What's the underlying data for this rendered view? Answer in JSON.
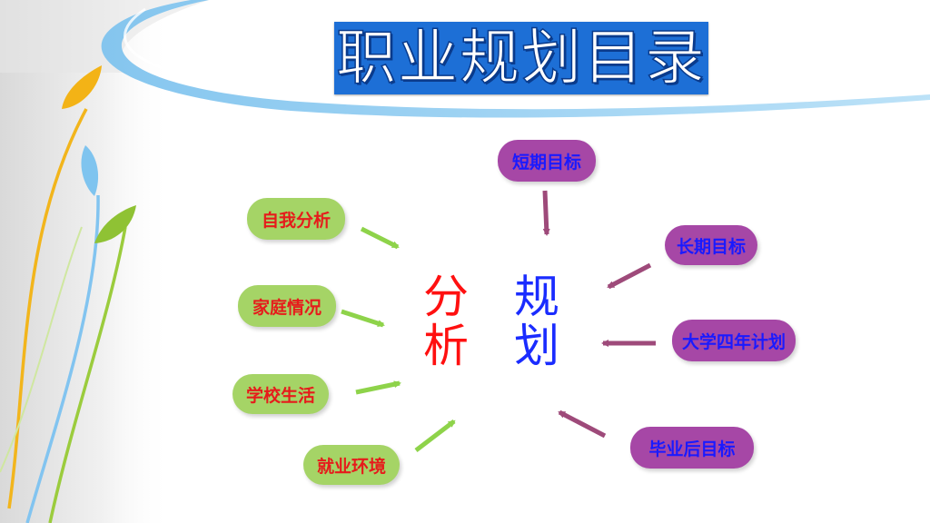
{
  "title": "职业规划目录",
  "center": {
    "left_chars": [
      "分",
      "析"
    ],
    "right_chars": [
      "规",
      "划"
    ]
  },
  "analysis_items": [
    "自我分析",
    "家庭情况",
    "学校生活",
    "就业环境"
  ],
  "planning_items": [
    "短期目标",
    "长期目标",
    "大学四年计划",
    "毕业后目标"
  ],
  "colors": {
    "title_bg": "#1d6fd6",
    "analysis_node": "#a5d466",
    "analysis_text": "#e61b1b",
    "planning_node": "#a647a6",
    "planning_text": "#1a1aff",
    "analysis_arrow": "#8ed34a",
    "planning_arrow": "#9e4a7a",
    "center_left": "#ff1010",
    "center_right": "#1a2cff"
  }
}
